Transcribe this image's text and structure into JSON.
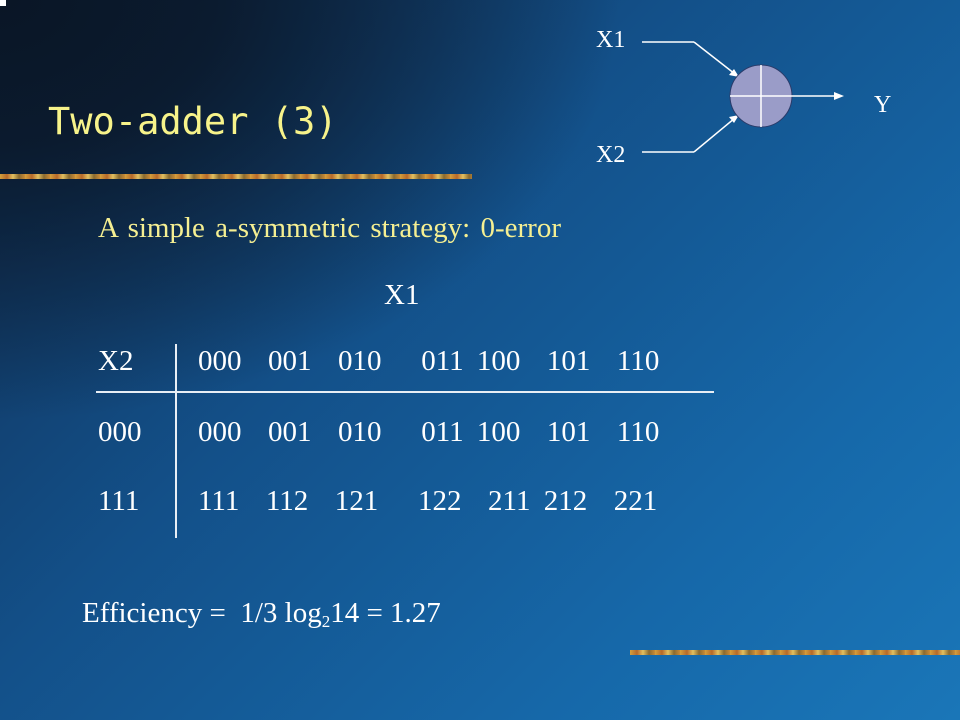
{
  "slide": {
    "title": "Two-adder (3)",
    "subtitle": "A simple a-symmetric strategy: 0-error",
    "diagram": {
      "input1": "X1",
      "input2": "X2",
      "output": "Y"
    },
    "table": {
      "col_header": "X1",
      "row_header": "X2",
      "header_values": "000  001  010   011 100  101  110",
      "rows": [
        {
          "label": "000",
          "values": "000  001  010   011 100  101  110"
        },
        {
          "label": "111",
          "values": "111  112  121   122  211 212  221"
        }
      ]
    },
    "efficiency": {
      "prefix": "Efficiency =  1/3 log",
      "base": "2",
      "suffix": "14 = 1.27"
    }
  },
  "colors": {
    "title": "#f7f38a",
    "subtitle": "#f5ef92",
    "node_fill": "#9a9cc8"
  }
}
